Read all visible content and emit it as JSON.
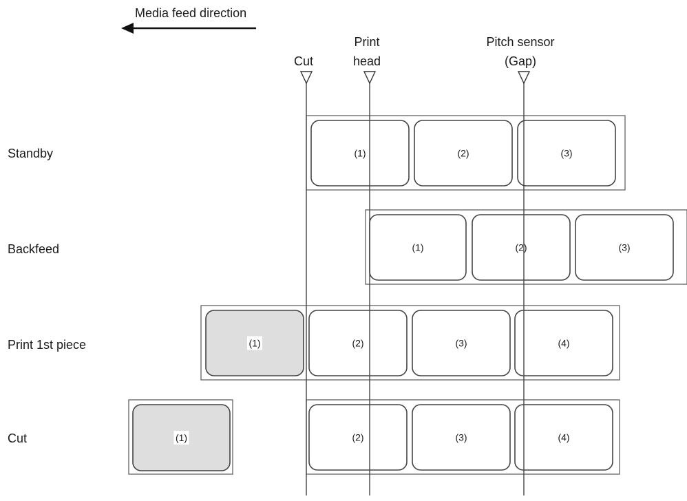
{
  "header": {
    "direction_label": "Media feed direction"
  },
  "markers": [
    {
      "id": "cut",
      "lines": [
        "Cut"
      ]
    },
    {
      "id": "print-head",
      "lines": [
        "Print",
        "head"
      ]
    },
    {
      "id": "pitch-sensor",
      "lines": [
        "Pitch sensor",
        "(Gap)"
      ]
    }
  ],
  "rows": [
    {
      "id": "standby",
      "label": "Standby",
      "labels": [
        {
          "text": "(1)",
          "printed": false
        },
        {
          "text": "(2)",
          "printed": false
        },
        {
          "text": "(3)",
          "printed": false
        }
      ]
    },
    {
      "id": "backfeed",
      "label": "Backfeed",
      "labels": [
        {
          "text": "(1)",
          "printed": false
        },
        {
          "text": "(2)",
          "printed": false
        },
        {
          "text": "(3)",
          "printed": false
        }
      ]
    },
    {
      "id": "print-1st-piece",
      "label": "Print 1st piece",
      "labels": [
        {
          "text": "(1)",
          "printed": true
        },
        {
          "text": "(2)",
          "printed": false
        },
        {
          "text": "(3)",
          "printed": false
        },
        {
          "text": "(4)",
          "printed": false
        }
      ]
    },
    {
      "id": "cut",
      "label": "Cut",
      "labels": [
        {
          "text": "(1)",
          "printed": true
        },
        {
          "text": "(2)",
          "printed": false
        },
        {
          "text": "(3)",
          "printed": false
        },
        {
          "text": "(4)",
          "printed": false
        }
      ]
    }
  ],
  "colors": {
    "printed_fill": "#dedede",
    "line": "#444444"
  }
}
